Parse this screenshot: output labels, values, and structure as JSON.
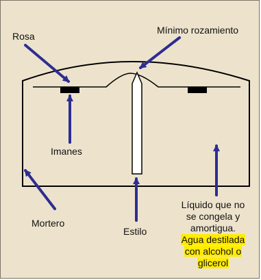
{
  "colors": {
    "background": "#ede3cc",
    "arrow": "#2d2d93",
    "outline": "#000000",
    "highlight": "#ffec00"
  },
  "labels": {
    "rosa": "Rosa",
    "minimo_rozamiento": "Mínimo rozamiento",
    "imanes": "Imanes",
    "mortero": "Mortero",
    "estilo": "Estilo",
    "liquido_line1": "Líquido que no",
    "liquido_line2": "se congela y",
    "liquido_line3": "amortigua.",
    "highlight_line1": "Agua destilada",
    "highlight_line2": "con alcohol o",
    "highlight_line3": "glicerol"
  }
}
